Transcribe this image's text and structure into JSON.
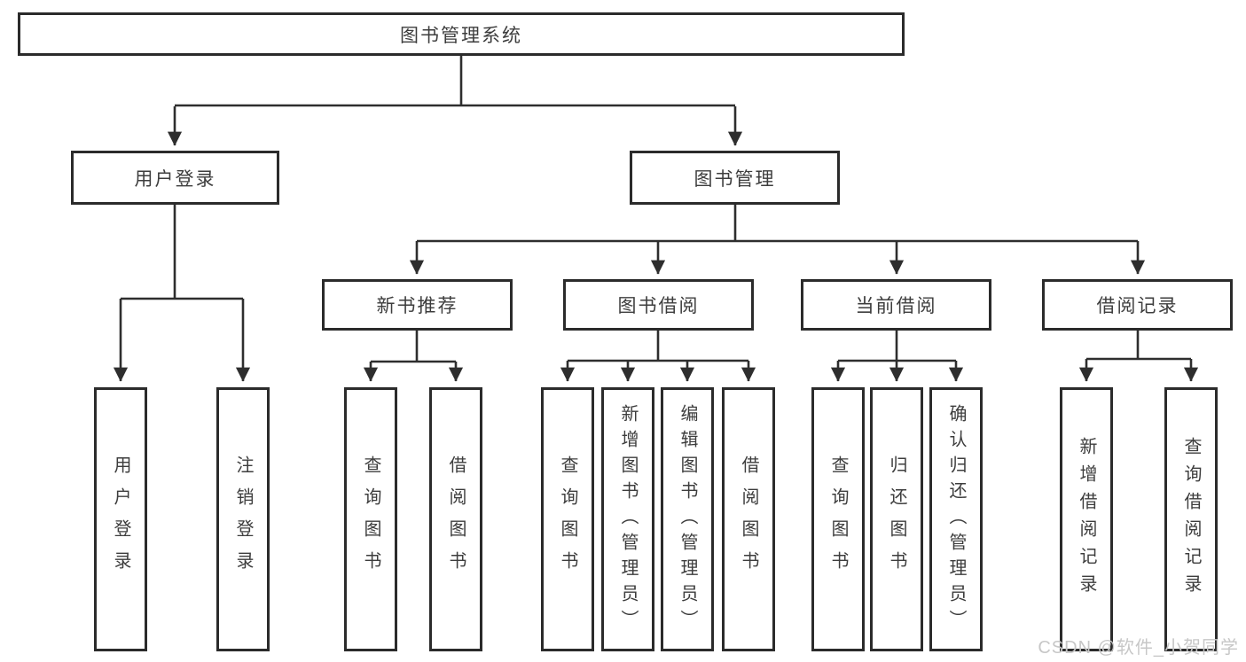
{
  "diagram": {
    "type": "hierarchy-tree",
    "title": "图书管理系统",
    "tree": {
      "label": "图书管理系统",
      "children": [
        {
          "label": "用户登录",
          "children": [
            {
              "label": "用户登录"
            },
            {
              "label": "注销登录"
            }
          ]
        },
        {
          "label": "图书管理",
          "children": [
            {
              "label": "新书推荐",
              "children": [
                {
                  "label": "查询图书"
                },
                {
                  "label": "借阅图书"
                }
              ]
            },
            {
              "label": "图书借阅",
              "children": [
                {
                  "label": "查询图书"
                },
                {
                  "label": "新增图书（管理员）"
                },
                {
                  "label": "编辑图书（管理员）"
                },
                {
                  "label": "借阅图书"
                }
              ]
            },
            {
              "label": "当前借阅",
              "children": [
                {
                  "label": "查询图书"
                },
                {
                  "label": "归还图书"
                },
                {
                  "label": "确认归还（管理员）"
                }
              ]
            },
            {
              "label": "借阅记录",
              "children": [
                {
                  "label": "新增借阅记录"
                },
                {
                  "label": "查询借阅记录"
                }
              ]
            }
          ]
        }
      ]
    },
    "colors": {
      "background": "#ffffff",
      "box_fill": "#ffffff",
      "box_border": "#2b2b2b",
      "line": "#2e2e2e",
      "text": "#3d3d3d",
      "watermark": "#c7c7c7"
    },
    "watermark": "CSDN @软件_小贺同学"
  }
}
